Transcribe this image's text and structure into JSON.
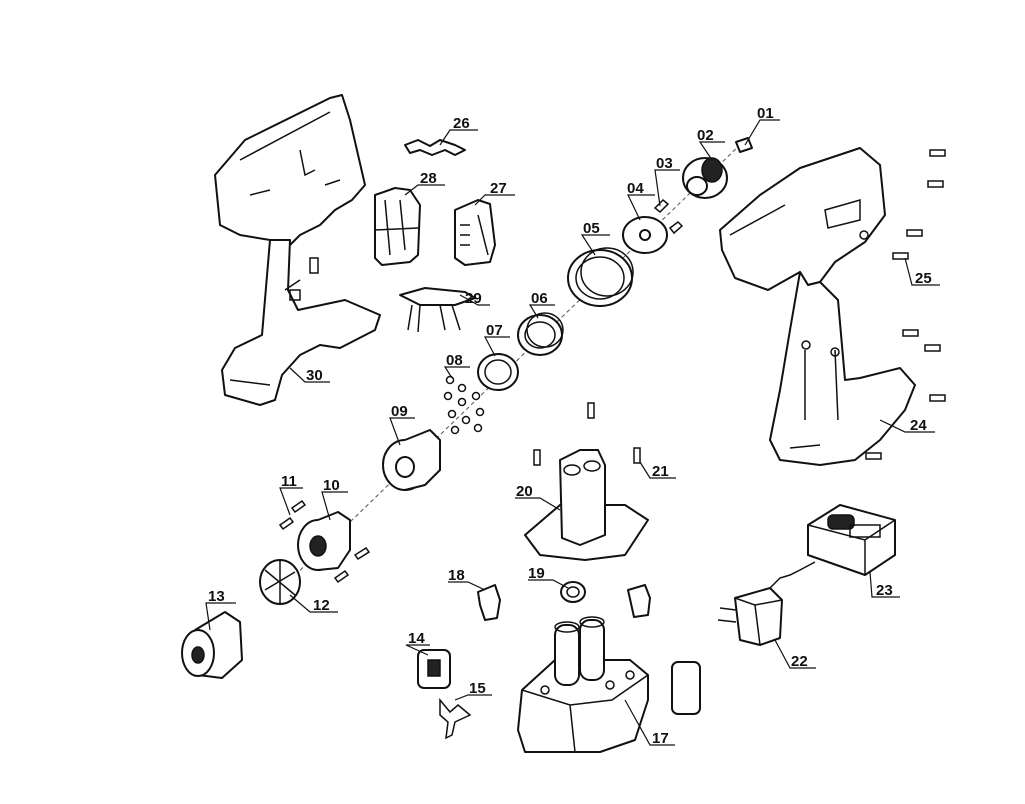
{
  "callouts": {
    "p01": "01",
    "p02": "02",
    "p03": "03",
    "p04": "04",
    "p05": "05",
    "p06": "06",
    "p07": "07",
    "p08": "08",
    "p09": "09",
    "p10": "10",
    "p11": "11",
    "p12": "12",
    "p13": "13",
    "p14": "14",
    "p15": "15",
    "p17": "17",
    "p18": "18",
    "p19": "19",
    "p20": "20",
    "p21": "21",
    "p22": "22",
    "p23": "23",
    "p24": "24",
    "p25": "25",
    "p26": "26",
    "p27": "27",
    "p28": "28",
    "p29": "29",
    "p30": "30"
  }
}
